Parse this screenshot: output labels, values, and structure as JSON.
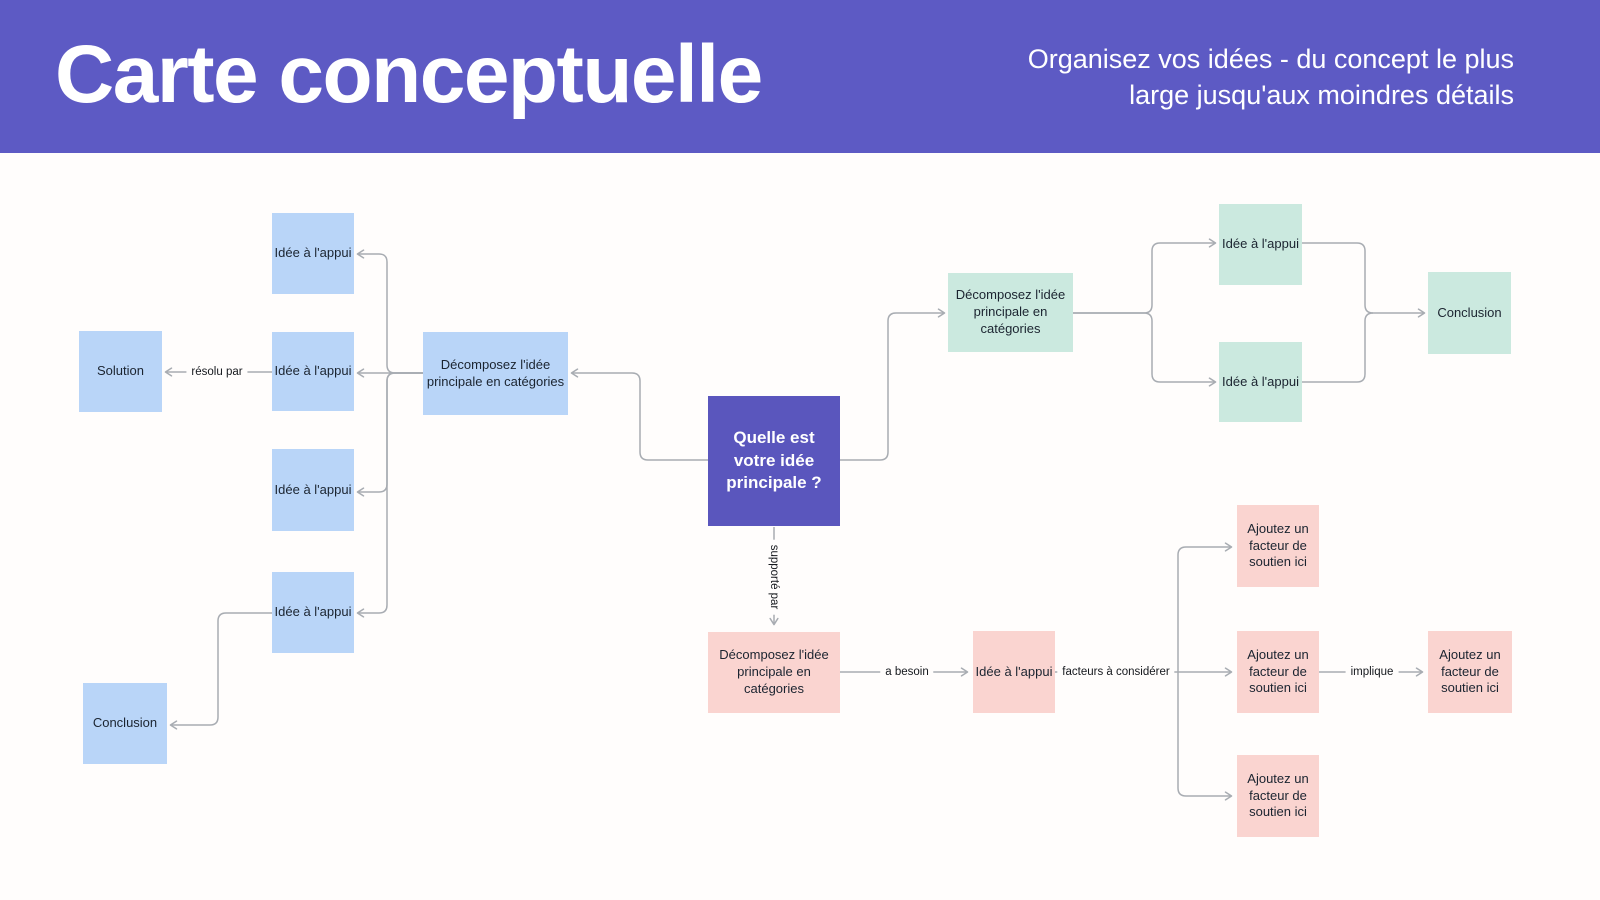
{
  "header": {
    "title": "Carte conceptuelle",
    "subtitle_line1": "Organisez vos idées - du concept le plus",
    "subtitle_line2": "large jusqu'aux moindres détails"
  },
  "diagram": {
    "nodes": {
      "main_idea": "Quelle est votre idée principale ?",
      "blue_decompose": "Décomposez l'idée principale en catégories",
      "blue_idea_1": "Idée à l'appui",
      "blue_idea_2": "Idée à l'appui",
      "blue_idea_3": "Idée à l'appui",
      "blue_idea_4": "Idée à l'appui",
      "solution": "Solution",
      "blue_conclusion": "Conclusion",
      "green_decompose": "Décomposez l'idée principale en catégories",
      "green_idea_1": "Idée à l'appui",
      "green_idea_2": "Idée à l'appui",
      "green_conclusion": "Conclusion",
      "pink_decompose": "Décomposez l'idée principale en catégories",
      "pink_idea": "Idée à l'appui",
      "pink_factor_1": "Ajoutez un facteur de soutien ici",
      "pink_factor_2": "Ajoutez un facteur de soutien ici",
      "pink_factor_3": "Ajoutez un facteur de soutien ici",
      "pink_factor_right": "Ajoutez un facteur de soutien ici"
    },
    "edge_labels": {
      "resolu_par": "résolu par",
      "supporte_par": "supporté par",
      "a_besoin": "a besoin",
      "facteurs": "facteurs à considérer",
      "implique": "implique"
    },
    "colors": {
      "header_bg": "#5d5ac4",
      "main_node": "#5a56bd",
      "blue_node": "#b9d5f8",
      "green_node": "#cbe9df",
      "pink_node": "#fad4d0",
      "connector": "#a8acb2"
    }
  }
}
